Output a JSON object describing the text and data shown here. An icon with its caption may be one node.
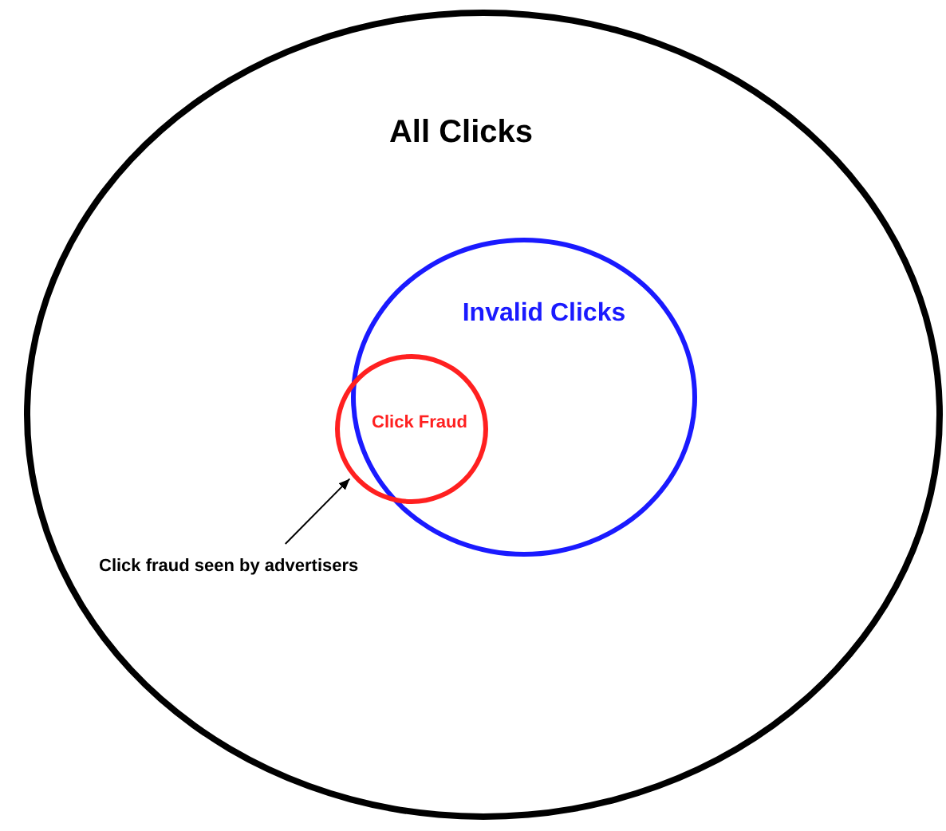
{
  "diagram": {
    "nodes": [
      {
        "text": [
          "All Clicks"
        ]
      },
      {
        "text": [
          "Invalid Clicks"
        ],
        "in": 0
      },
      {
        "text": [
          "Click Fraud"
        ],
        "in": 0
      },
      {
        "text": [
          "Click fraud seen by advertisers"
        ],
        "in": 0
      }
    ],
    "edges": [
      {
        "from": 3,
        "to": 2,
        "arrow": "to"
      }
    ]
  }
}
